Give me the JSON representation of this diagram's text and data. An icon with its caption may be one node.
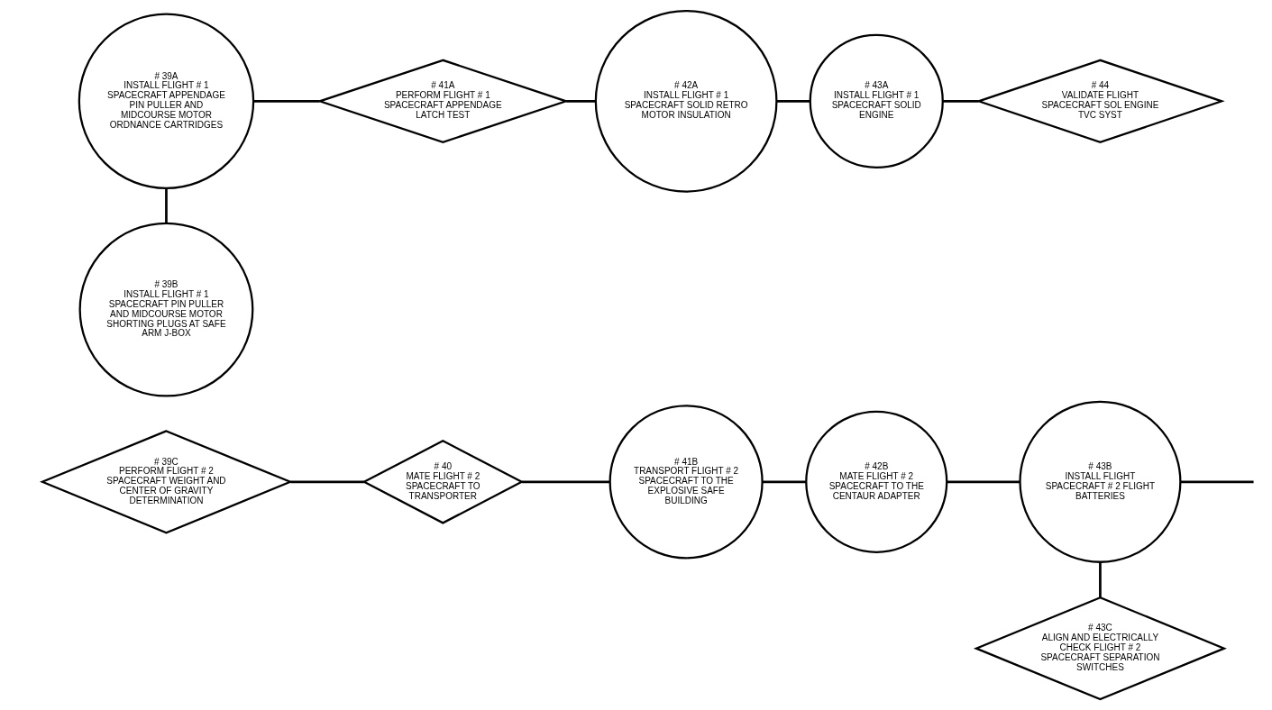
{
  "diagram": {
    "nodes": [
      {
        "text": [
          "# 39A",
          "INSTALL FLIGHT # 1 SPACECRAFT APPENDAGE PIN PULLER AND MIDCOURSE MOTOR ORDNANCE CARTRIDGES"
        ]
      },
      {
        "text": [
          "# 39B",
          "INSTALL FLIGHT # 1 SPACECRAFT PIN PULLER AND MIDCOURSE MOTOR SHORTING PLUGS AT SAFE ARM J-BOX"
        ]
      },
      {
        "text": [
          "# 41A",
          "PERFORM FLIGHT # 1 SPACECRAFT APPENDAGE LATCH TEST"
        ]
      },
      {
        "text": [
          "# 42A",
          "INSTALL FLIGHT # 1 SPACECRAFT SOLID RETRO MOTOR INSULATION"
        ]
      },
      {
        "text": [
          "# 43A",
          "INSTALL FLIGHT # 1 SPACECRAFT SOLID ENGINE"
        ]
      },
      {
        "text": [
          "# 44",
          "VALIDATE FLIGHT SPACECRAFT SOL ENGINE TVC SYST"
        ]
      },
      {
        "text": [
          "# 39C",
          "PERFORM FLIGHT # 2 SPACECRAFT WEIGHT AND CENTER OF GRAVITY DETERMINATION"
        ]
      },
      {
        "text": [
          "# 40",
          "MATE FLIGHT # 2 SPACECRAFT TO TRANSPORTER"
        ]
      },
      {
        "text": [
          "# 41B",
          "TRANSPORT FLIGHT # 2 SPACECRAFT TO THE EXPLOSIVE SAFE BUILDING"
        ]
      },
      {
        "text": [
          "# 42B",
          "MATE FLIGHT # 2 SPACECRAFT TO THE CENTAUR ADAPTER"
        ]
      },
      {
        "text": [
          "# 43B",
          "INSTALL FLIGHT SPACECRAFT # 2 FLIGHT BATTERIES"
        ]
      },
      {
        "text": [
          "# 43C",
          "ALIGN AND ELECTRICALLY CHECK FLIGHT # 2 SPACECRAFT SEPARATION SWITCHES"
        ]
      }
    ],
    "edges": [
      {
        "from": 0,
        "to": 2,
        "arrow": "none"
      },
      {
        "from": 0,
        "to": 1,
        "arrow": "none"
      },
      {
        "from": 2,
        "to": 3,
        "arrow": "none"
      },
      {
        "from": 3,
        "to": 4,
        "arrow": "none"
      },
      {
        "from": 4,
        "to": 5,
        "arrow": "none"
      },
      {
        "from": 6,
        "to": 7,
        "arrow": "none"
      },
      {
        "from": 7,
        "to": 8,
        "arrow": "none"
      },
      {
        "from": 8,
        "to": 9,
        "arrow": "none"
      },
      {
        "from": 9,
        "to": 10,
        "arrow": "none"
      },
      {
        "from": 10,
        "to": 11,
        "arrow": "none"
      },
      {
        "from": 10,
        "to": null,
        "arrow": "none"
      }
    ]
  }
}
